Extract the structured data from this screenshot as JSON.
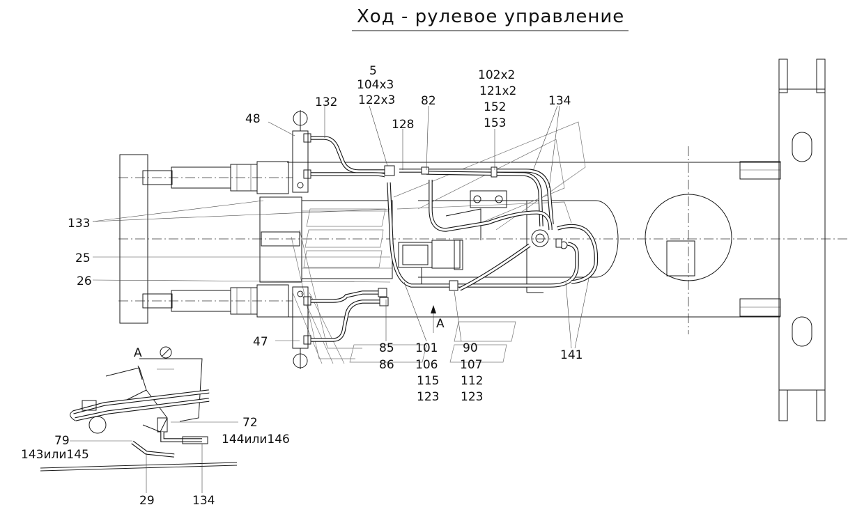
{
  "title": "Ход - рулевое управление",
  "view_marker": "A",
  "labels": {
    "l48": "48",
    "l132": "132",
    "l5": "5",
    "l104x3": "104х3",
    "l122x3": "122х3",
    "l128": "128",
    "l82": "82",
    "l102x2": "102х2",
    "l121x2": "121х2",
    "l152": "152",
    "l153": "153",
    "l134": "134",
    "l133": "133",
    "l25": "25",
    "l26": "26",
    "l47": "47",
    "l85": "85",
    "l86": "86",
    "l101": "101",
    "l106": "106",
    "l115": "115",
    "l123a": "123",
    "l90": "90",
    "l107": "107",
    "l112": "112",
    "l123b": "123",
    "l141": "141",
    "l72": "72",
    "l144": "144или146",
    "l79": "79",
    "l143": "143или145",
    "l29": "29",
    "l134b": "134"
  }
}
